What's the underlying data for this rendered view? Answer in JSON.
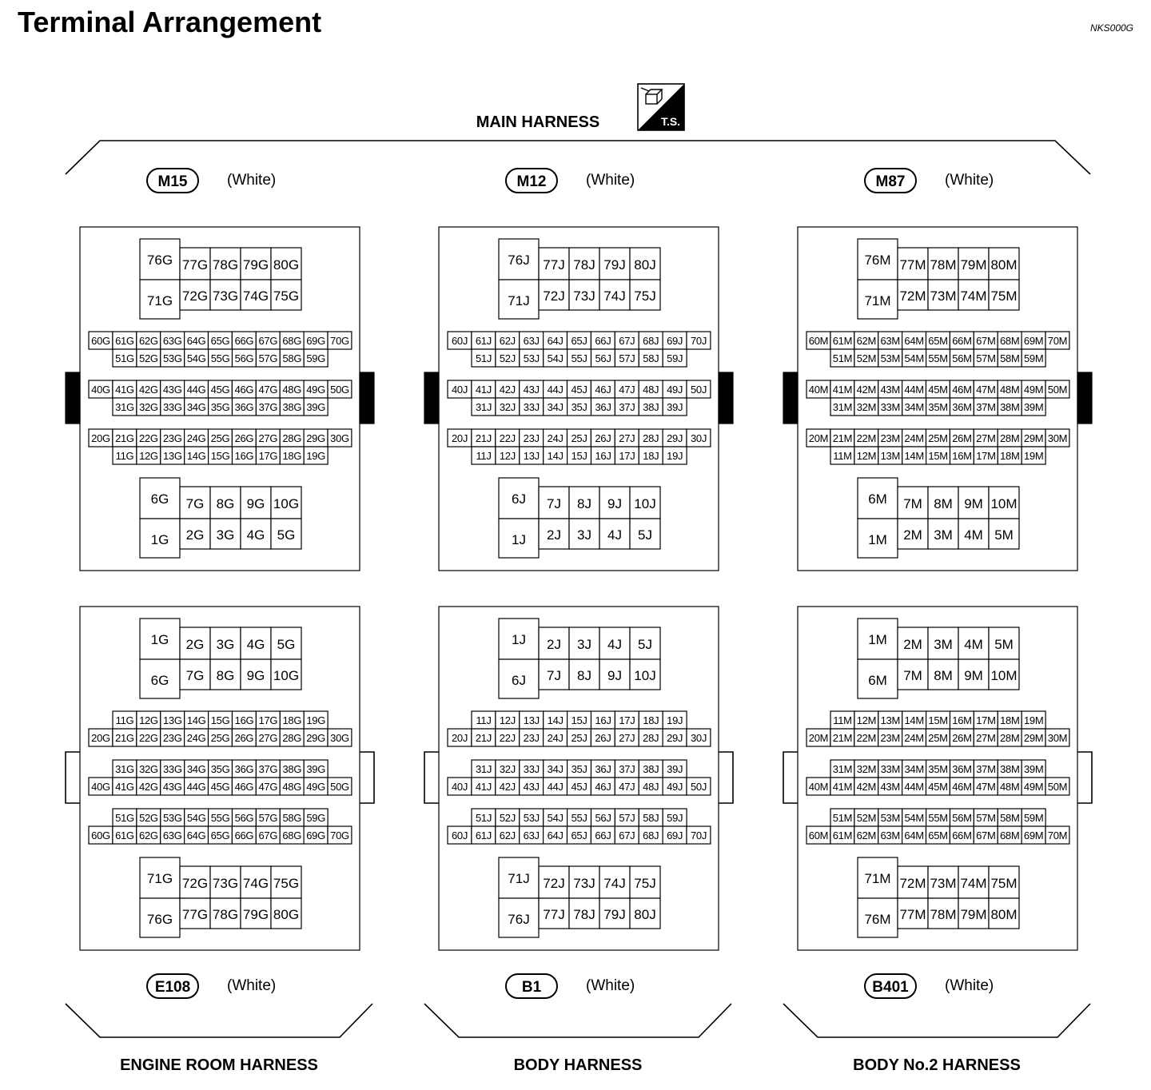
{
  "title": "Terminal Arrangement",
  "ref_code": "NKS000G",
  "top_harness": "MAIN HARNESS",
  "ts_icon": {
    "icon": "trouble-shooting-icon",
    "label": "T.S."
  },
  "bottom_harnesses": [
    "ENGINE ROOM HARNESS",
    "BODY HARNESS",
    "BODY No.2 HARNESS"
  ],
  "connectors": [
    {
      "id": "M15",
      "color_note": "(White)",
      "suffix": "G",
      "row": "top",
      "column": 0,
      "orientation": "normal",
      "lock": "filled"
    },
    {
      "id": "M12",
      "color_note": "(White)",
      "suffix": "J",
      "row": "top",
      "column": 1,
      "orientation": "normal",
      "lock": "filled"
    },
    {
      "id": "M87",
      "color_note": "(White)",
      "suffix": "M",
      "row": "top",
      "column": 2,
      "orientation": "normal",
      "lock": "filled"
    },
    {
      "id": "E108",
      "color_note": "(White)",
      "suffix": "G",
      "row": "bottom",
      "column": 0,
      "orientation": "flipped",
      "lock": "outline"
    },
    {
      "id": "B1",
      "color_note": "(White)",
      "suffix": "J",
      "row": "bottom",
      "column": 1,
      "orientation": "flipped",
      "lock": "outline"
    },
    {
      "id": "B401",
      "color_note": "(White)",
      "suffix": "M",
      "row": "bottom",
      "column": 2,
      "orientation": "flipped",
      "lock": "outline"
    }
  ]
}
